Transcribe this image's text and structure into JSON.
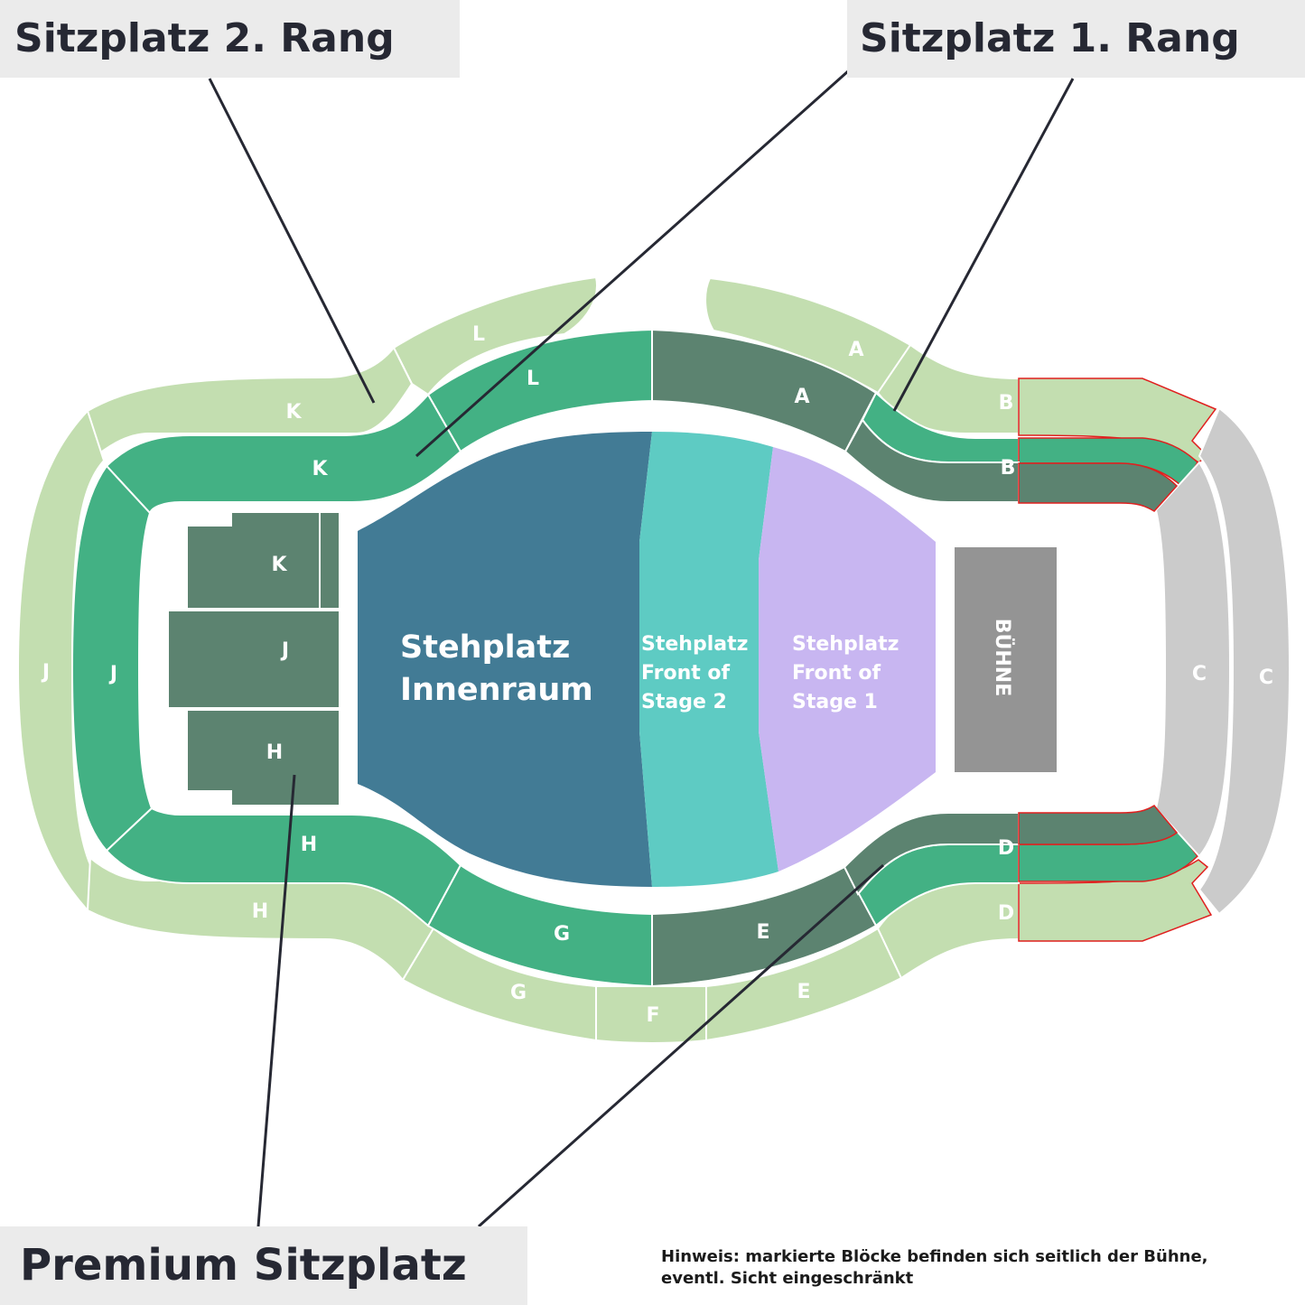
{
  "callouts": {
    "rang2": "Sitzplatz 2. Rang",
    "rang1": "Sitzplatz 1. Rang",
    "premium": "Premium Sitzplatz"
  },
  "note": {
    "line1": "Hinweis: markierte Blöcke befinden sich seitlich der Bühne,",
    "line2": "eventl. Sicht eingeschränkt"
  },
  "floor": {
    "innenraum": [
      "Stehplatz",
      "Innenraum"
    ],
    "fos2": [
      "Stehplatz",
      "Front of",
      "Stage 2"
    ],
    "fos1": [
      "Stehplatz",
      "Front of",
      "Stage 1"
    ],
    "stage": "BÜHNE"
  },
  "rang2_blocks": {
    "l": "L",
    "a": "A",
    "b": "B",
    "k": "K",
    "j": "J",
    "c": "C",
    "h": "H",
    "d": "D",
    "g": "G",
    "f": "F",
    "e": "E"
  },
  "rang1_blocks": {
    "l": "L",
    "a": "A",
    "b": "B",
    "k": "K",
    "j": "J",
    "c": "C",
    "h": "H",
    "d": "D",
    "g": "G",
    "e": "E"
  },
  "premium_blocks": {
    "k": "K",
    "j": "J",
    "h": "H"
  },
  "colors": {
    "rang2": "#c3deb0",
    "rang1": "#43b184",
    "premium": "#5c8370",
    "innenraum": "#427b95",
    "fos2": "#5ecbc3",
    "fos1": "#c8b6f1",
    "stage": "#949494",
    "side_c": "#cbcbcb",
    "callout_bg": "#ebebeb",
    "callout_text": "#262833",
    "restricted_outline": "#e0201f"
  }
}
